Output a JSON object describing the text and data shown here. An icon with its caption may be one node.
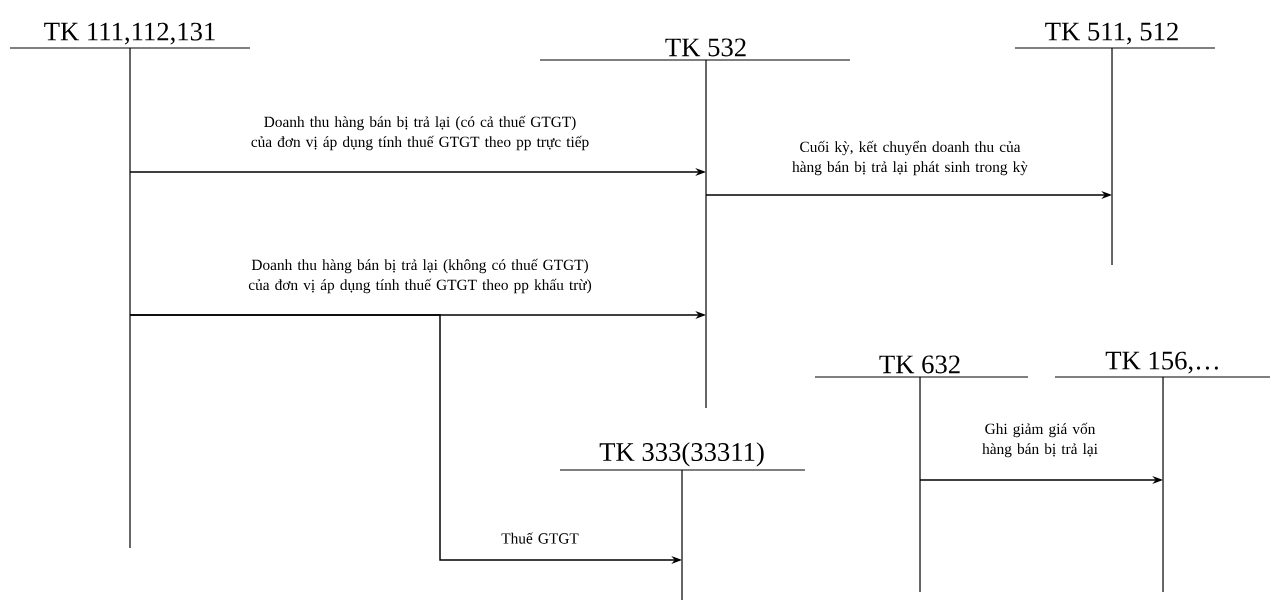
{
  "diagram": {
    "nodes": [
      {
        "text": [
          "TK 111,112,131"
        ]
      },
      {
        "text": [
          "TK 532"
        ]
      },
      {
        "text": [
          "TK 511, 512"
        ]
      },
      {
        "text": [
          "TK 632"
        ]
      },
      {
        "text": [
          "TK 156,…"
        ]
      },
      {
        "text": [
          "TK 333(33311)"
        ]
      }
    ],
    "edges": [
      {
        "from": 0,
        "to": 1,
        "arrow": "to",
        "label": "Doanh thu hàng bán bị trả lại (có cả thuế GTGT) của đơn vị áp dụng tính thuế GTGT theo pp trực tiếp"
      },
      {
        "from": 1,
        "to": 2,
        "arrow": "to",
        "label": "Cuối kỳ, kết chuyển doanh thu của hàng bán bị trả lại phát sinh trong kỳ"
      },
      {
        "from": 0,
        "to": 1,
        "arrow": "to",
        "label": "Doanh thu hàng bán bị trả lại (không có thuế GTGT) của đơn vị áp dụng tính thuế GTGT theo pp khấu trừ)"
      },
      {
        "from": 0,
        "to": 5,
        "arrow": "to",
        "label": "Thuế GTGT"
      },
      {
        "from": 3,
        "to": 4,
        "arrow": "to",
        "label": "Ghi giảm giá vốn hàng bán bị trả lại"
      }
    ]
  }
}
